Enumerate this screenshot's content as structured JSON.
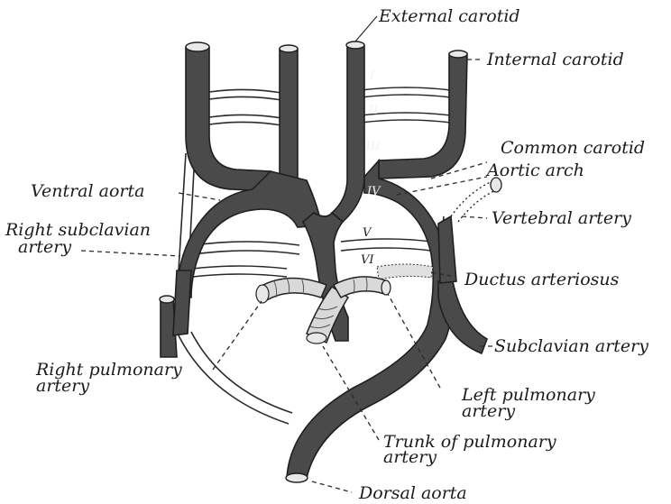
{
  "labels": {
    "external_carotid": "External carotid",
    "internal_carotid": "Internal carotid",
    "common_carotid": "Common carotid",
    "aortic_arch": "Aortic arch",
    "ventral_aorta": "Ventral aorta",
    "vertebral_artery": "Vertebral artery",
    "right_subclavian_1": "Right subclavian",
    "right_subclavian_2": "artery",
    "ductus_arteriosus": "Ductus arteriosus",
    "subclavian_artery": "Subclavian artery",
    "right_pulmonary_1": "Right pulmonary",
    "right_pulmonary_2": "artery",
    "left_pulmonary_1": "Left pulmonary",
    "left_pulmonary_2": "artery",
    "trunk_pulmonary_1": "Trunk of pulmonary",
    "trunk_pulmonary_2": "artery",
    "dorsal_aorta": "Dorsal aorta"
  },
  "arch_numbers": [
    "I",
    "II",
    "III",
    "IV",
    "V",
    "VI"
  ]
}
